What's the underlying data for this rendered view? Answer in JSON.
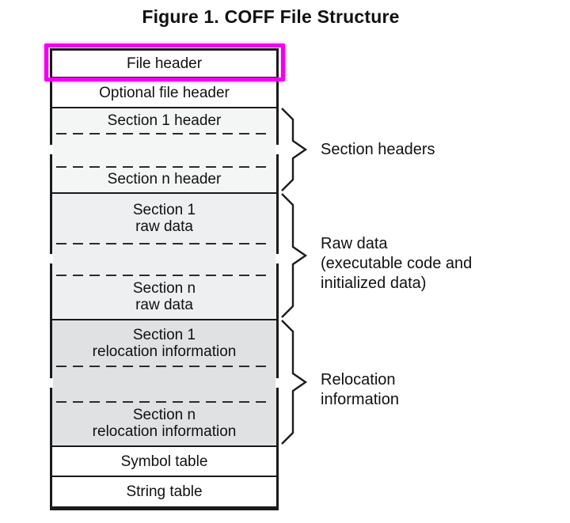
{
  "figure": {
    "title": "Figure 1. COFF File Structure"
  },
  "boxes": {
    "file_header": "File header",
    "optional_file_header": "Optional file header",
    "section_1_header": "Section 1 header",
    "section_n_header": "Section n header",
    "section_1_raw_data": {
      "line1": "Section 1",
      "line2": "raw data"
    },
    "section_n_raw_data": {
      "line1": "Section n",
      "line2": "raw data"
    },
    "section_1_relocation": {
      "line1": "Section 1",
      "line2": "relocation information"
    },
    "section_n_relocation": {
      "line1": "Section n",
      "line2": "relocation information"
    },
    "symbol_table": "Symbol table",
    "string_table": "String table"
  },
  "annotations": {
    "section_headers": "Section headers",
    "raw_data": {
      "line1": "Raw data",
      "line2": "(executable code and",
      "line3": "initialized data)"
    },
    "relocation": {
      "line1": "Relocation",
      "line2": "information"
    }
  },
  "colors": {
    "highlight": "#ee00ee",
    "region_headers_bg": "#f4f5f5",
    "region_raw_bg": "#edeff0",
    "region_reloc_bg": "#dfe1e2",
    "line_color": "#1a1a1a",
    "text_color": "#111111"
  }
}
